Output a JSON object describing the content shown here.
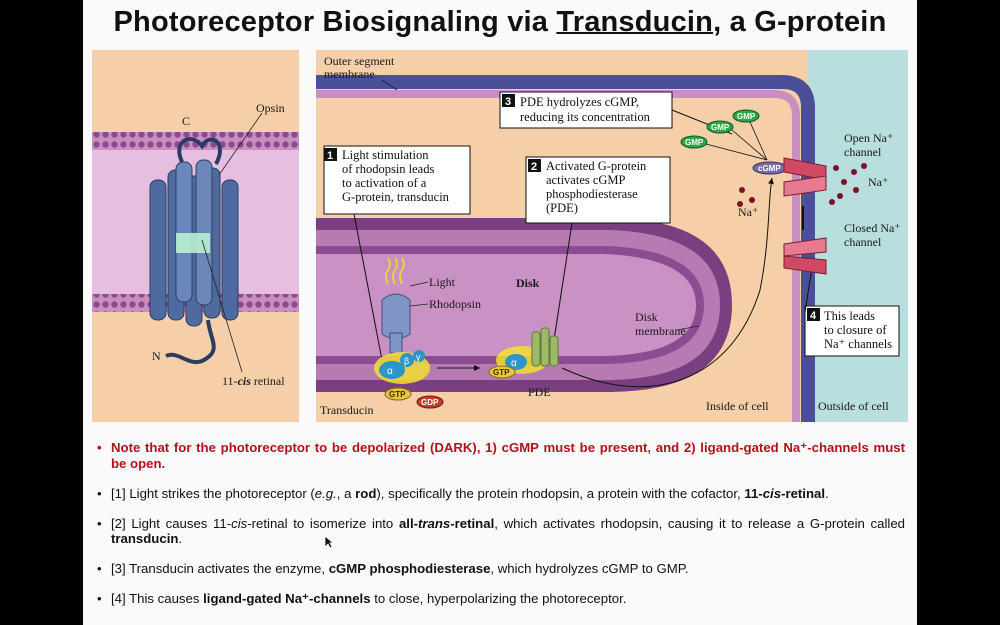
{
  "title": {
    "part1": "Photoreceptor Biosignaling via ",
    "underlined": "Transducin",
    "part2": ", a G-protein"
  },
  "figure": {
    "left_panel": {
      "label_c": "C",
      "label_n": "N",
      "label_opsin": "Opsin",
      "label_retinal_prefix": "11-",
      "label_retinal_cis": "cis",
      "label_retinal_suffix": " retinal"
    },
    "right_panel": {
      "outer_segment_line1": "Outer segment",
      "outer_segment_line2": "membrane",
      "step1_num": "1",
      "step1_lines": [
        "Light stimulation",
        "of rhodopsin leads",
        "to activation of a",
        "G-protein, transducin"
      ],
      "step2_num": "2",
      "step2_lines": [
        "Activated G-protein",
        "activates cGMP",
        "phosphodiesterase",
        "(PDE)"
      ],
      "step3_num": "3",
      "step3_lines": [
        "PDE hydrolyzes cGMP,",
        "reducing its concentration"
      ],
      "step4_num": "4",
      "step4_lines": [
        "This leads",
        "to closure of",
        "Na⁺ channels"
      ],
      "label_light": "Light",
      "label_rhodopsin": "Rhodopsin",
      "label_disk": "Disk",
      "label_disk_membrane_line1": "Disk",
      "label_disk_membrane_line2": "membrane",
      "label_transducin": "Transducin",
      "label_pde": "PDE",
      "label_inside": "Inside of cell",
      "label_outside": "Outside of cell",
      "label_open_na_line1": "Open Na⁺",
      "label_open_na_line2": "channel",
      "label_closed_na_line1": "Closed Na⁺",
      "label_closed_na_line2": "channel",
      "label_na_plus": "Na⁺",
      "gtp": "GTP",
      "gdp": "GDP",
      "gmp": "GMP",
      "cgmp": "cGMP",
      "alpha": "α",
      "beta": "β",
      "gamma": "γ"
    }
  },
  "bullets": {
    "b0": {
      "text": "Note that for the photoreceptor to be depolarized (DARK), 1) cGMP must be present, and 2) ligand-gated Na⁺-channels must be open."
    },
    "b1": {
      "t1": "[1] Light strikes the photoreceptor (",
      "eg": "e.g.",
      "t2": ", a ",
      "rod": "rod",
      "t3": "), specifically the protein rhodopsin, a protein with the cofactor, ",
      "b_pre": "11-",
      "b_cis": "cis",
      "b_post": "-retinal",
      "t4": "."
    },
    "b2": {
      "t1": "[2] Light causes 11-",
      "cis": "cis",
      "t2": "-retinal to isomerize into ",
      "b_all": "all-",
      "b_trans": "trans",
      "b_ret": "-retinal",
      "t3": ", which activates rhodopsin, causing it to release a G-protein called ",
      "b_transducin": "transducin",
      "t4": "."
    },
    "b3": {
      "t1": "[3] Transducin activates the enzyme, ",
      "b": "cGMP phosphodiesterase",
      "t2": ", which hydrolyzes cGMP to GMP."
    },
    "b4": {
      "t1": "[4] This causes ",
      "b": "ligand-gated Na⁺-channels",
      "t2": " to close, hyperpolarizing the photoreceptor."
    }
  }
}
